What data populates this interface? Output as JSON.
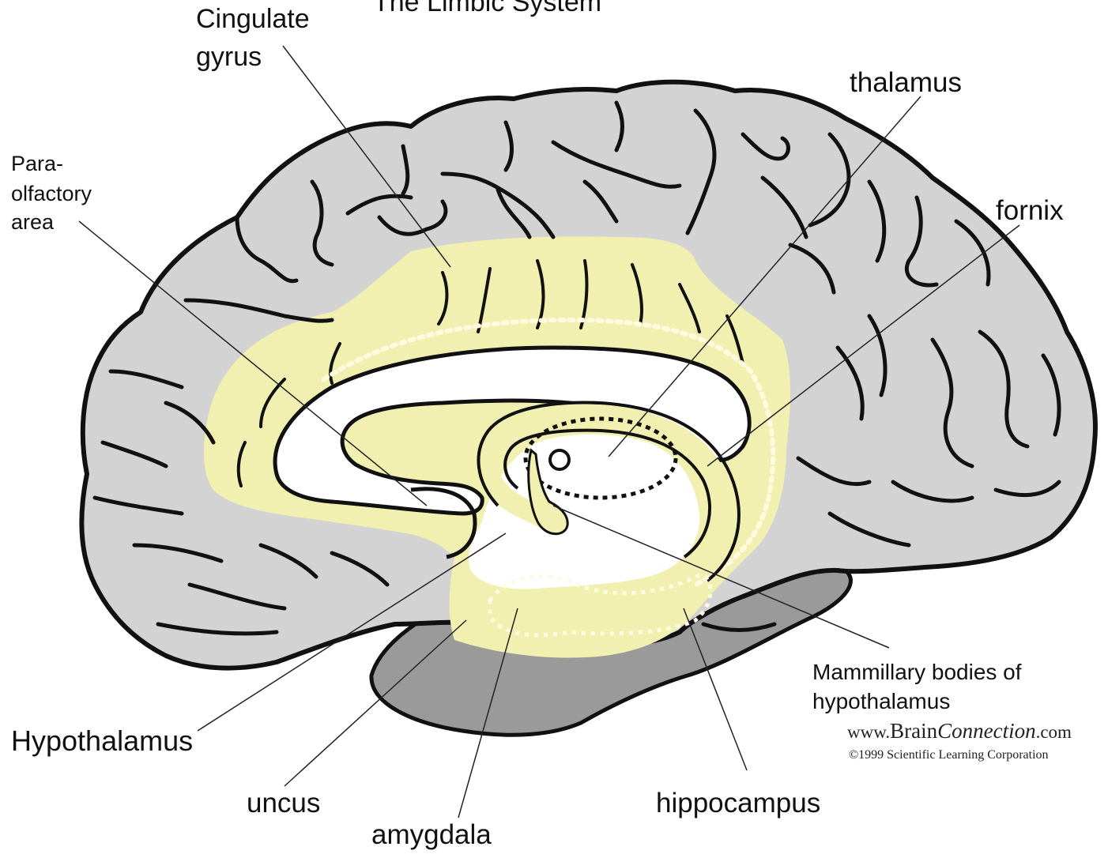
{
  "title": "The Limbic System",
  "labels": {
    "cingulate_line1": "Cingulate",
    "cingulate_line2": "gyrus",
    "paraolfactory_line1": "Para-",
    "paraolfactory_line2": "olfactory",
    "paraolfactory_line3": "area",
    "thalamus": "thalamus",
    "fornix": "fornix",
    "hypothalamus": "Hypothalamus",
    "uncus": "uncus",
    "amygdala": "amygdala",
    "hippocampus": "hippocampus",
    "mammillary_line1": "Mammillary bodies of",
    "mammillary_line2": "hypothalamus"
  },
  "credit": {
    "url_prefix": "www.",
    "url_brain": "Brain",
    "url_connection": "Connection",
    "url_suffix": ".com",
    "copyright": "©1999 Scientific Learning Corporation"
  },
  "colors": {
    "cortex": "#d3d3d3",
    "cerebellum": "#9a9a9a",
    "limbic": "#f2f0b0",
    "outline": "#111111"
  }
}
